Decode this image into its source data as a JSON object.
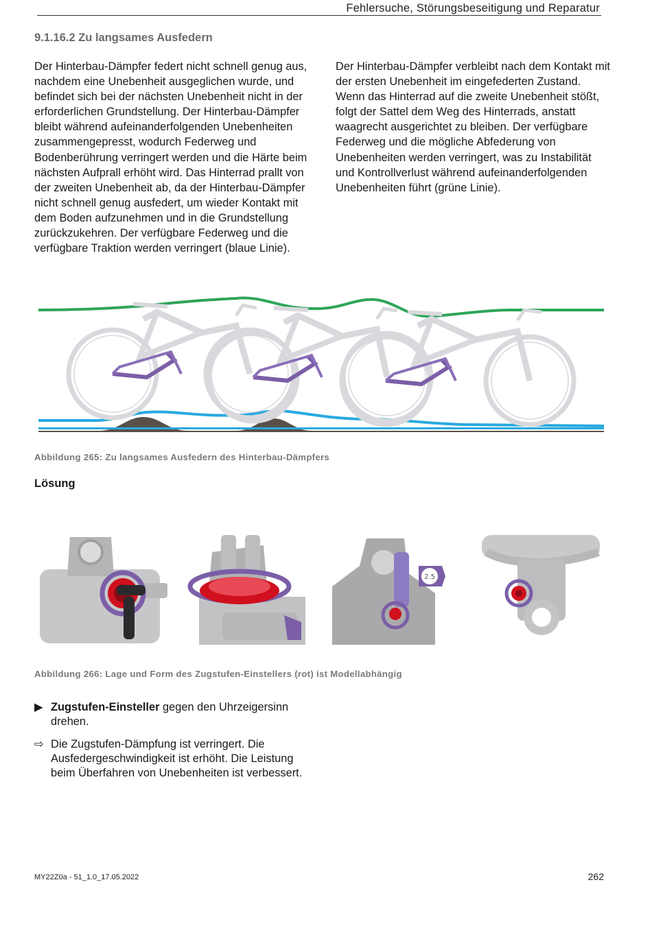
{
  "header": {
    "title": "Fehlersuche, Störungsbeseitigung und Reparatur"
  },
  "section": {
    "heading": "9.1.16.2 Zu langsames Ausfedern",
    "left_paragraph": "Der Hinterbau-Dämpfer federt nicht schnell genug aus, nachdem eine Unebenheit ausgeglichen wurde, und befindet sich bei der nächsten Unebenheit nicht in der erforderlichen Grundstellung. Der Hinterbau-Dämpfer bleibt während aufeinanderfolgenden Unebenheiten zusammengepresst, wodurch Federweg und Bodenberührung verringert werden und die Härte beim nächsten Aufprall erhöht wird. Das Hinterrad prallt von der zweiten Unebenheit ab, da der Hinterbau-Dämpfer nicht schnell genug ausfedert, um wieder Kontakt mit dem Boden aufzunehmen und in die Grundstellung zurückzukehren. Der verfügbare Federweg und die verfügbare Traktion werden verringert (blaue Linie).",
    "right_paragraph": "Der Hinterbau-Dämpfer verbleibt nach dem Kontakt mit der ersten Unebenheit im eingefederten Zustand. Wenn das Hinterrad auf die zweite Unebenheit stößt, folgt der Sattel dem Weg des Hinterrads, anstatt waagrecht ausgerichtet zu bleiben. Der verfügbare Federweg und die mögliche Abfederung von Unebenheiten werden verringert, was zu Instabilität und Kontrollverlust während aufeinanderfolgenden Unebenheiten führt (grüne Linie)."
  },
  "figure_265": {
    "caption": "Abbildung 265:  Zu langsames Ausfedern des Hinterbau-Dämpfers"
  },
  "solution": {
    "heading": "Lösung"
  },
  "figure_266": {
    "caption": "Abbildung 266:  Lage und Form des Zugstufen-Einstellers (rot) ist Modellabhängig",
    "tool_label": "2.5"
  },
  "steps": {
    "action_marker": "▶",
    "action_bold": "Zugstufen-Einsteller",
    "action_rest": " gegen den Uhrzeigersinn drehen.",
    "result_marker": "⇨",
    "result_text": "Die Zugstufen-Dämpfung ist verringert. Die Ausfedergeschwindigkeit ist erhöht. Die Leistung beim Überfahren von Unebenheiten ist verbessert."
  },
  "footer": {
    "doc_code": "MY22Z0a - 51_1.0_17.05.2022",
    "page_number": "262"
  },
  "colors": {
    "green_line": "#2ea55a",
    "blue_line": "#29a9df",
    "frame_purple": "#7b5ea7",
    "adjuster_red": "#d0101e"
  }
}
